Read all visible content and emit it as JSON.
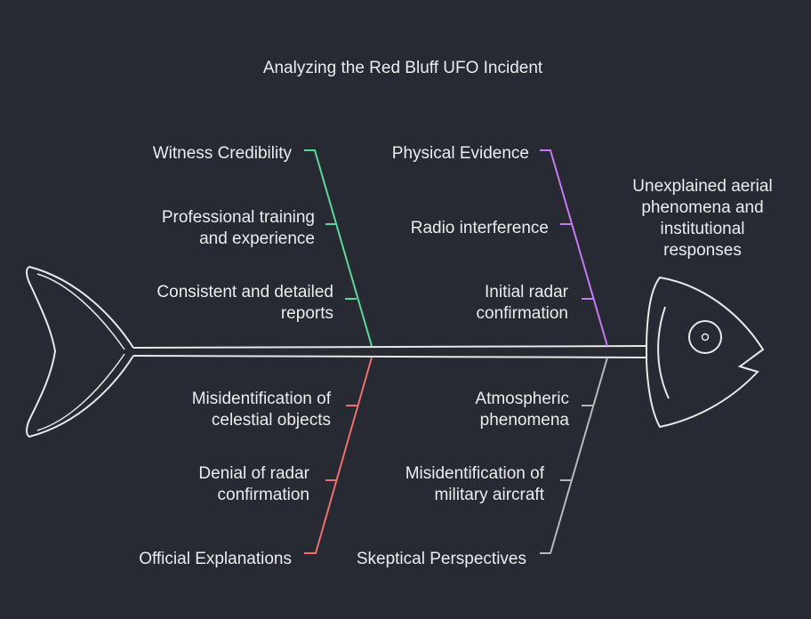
{
  "title": "Analyzing the Red Bluff UFO Incident",
  "effect": "Unexplained aerial\nphenomena and\ninstitutional\nresponses",
  "colors": {
    "background": "#272a33",
    "fish_outline": "#e8e8e8",
    "witness": "#5ed89a",
    "physical": "#c47cf0",
    "official": "#ee6f6b",
    "skeptical": "#b8b8b8"
  },
  "categories": {
    "witness": {
      "title": "Witness Credibility",
      "causes": [
        "Professional training\nand experience",
        "Consistent and detailed\nreports"
      ]
    },
    "physical": {
      "title": "Physical Evidence",
      "causes": [
        "Radio interference",
        "Initial radar\nconfirmation"
      ]
    },
    "official": {
      "title": "Official Explanations",
      "causes": [
        "Misidentification of\ncelestial objects",
        "Denial of radar\nconfirmation"
      ]
    },
    "skeptical": {
      "title": "Skeptical Perspectives",
      "causes": [
        "Atmospheric\nphenomena",
        "Misidentification of\nmilitary aircraft"
      ]
    }
  }
}
